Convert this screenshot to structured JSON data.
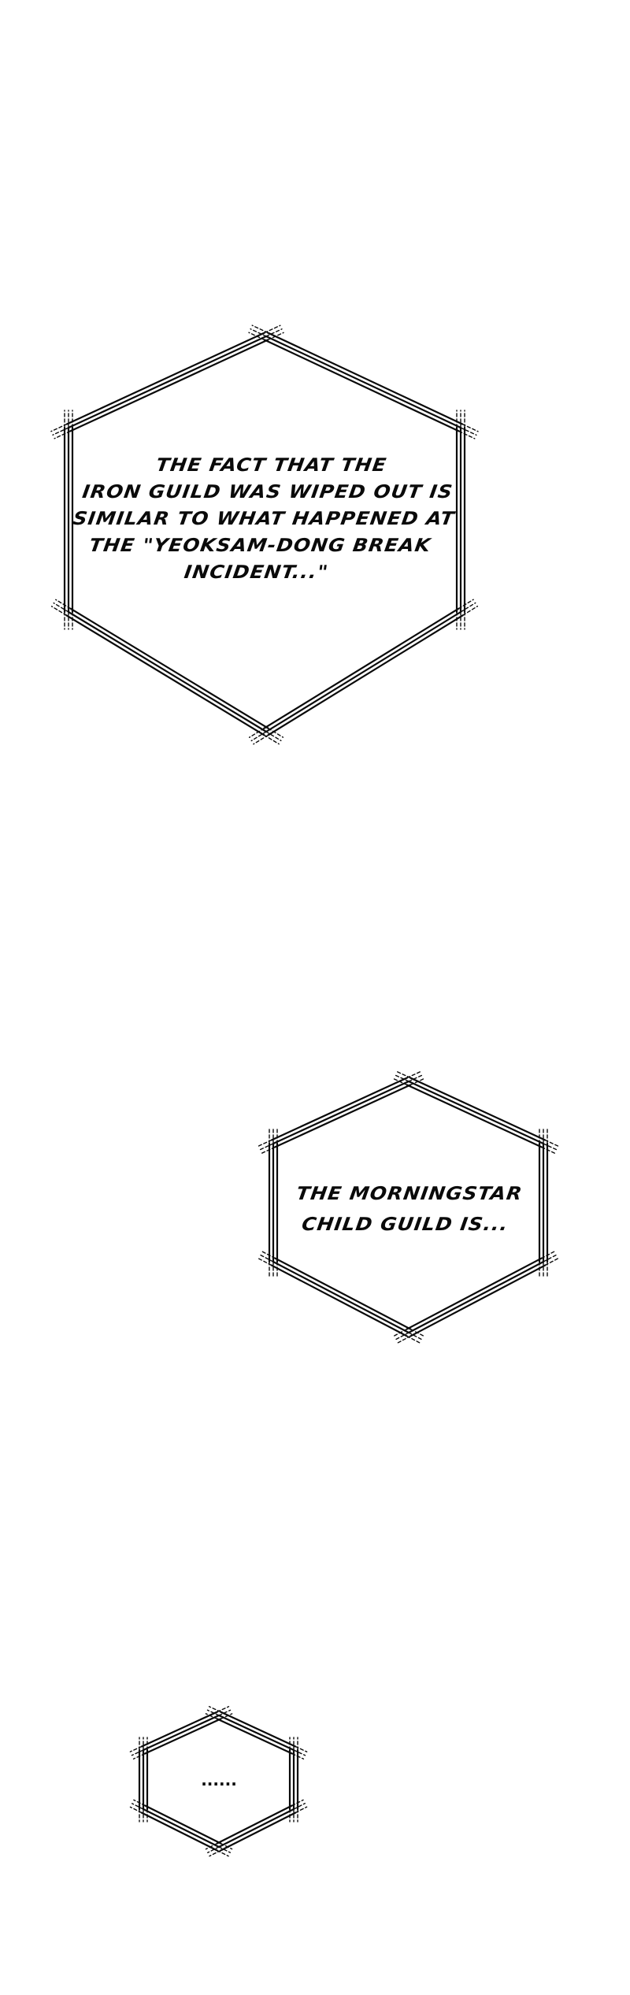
{
  "page": {
    "background": "#ffffff",
    "ink_color": "#0a0a0a"
  },
  "bubbles": [
    {
      "id": "bubble-1",
      "shape": "hexagon-triple-line",
      "lines": [
        "THE FACT THAT THE",
        "IRON GUILD WAS WIPED OUT IS",
        "SIMILAR TO WHAT HAPPENED AT",
        "THE \"YEOKSAM-DONG BREAK",
        "INCIDENT...\""
      ]
    },
    {
      "id": "bubble-2",
      "shape": "hexagon-triple-line",
      "lines": [
        "THE MORNINGSTAR",
        "CHILD GUILD IS..."
      ]
    },
    {
      "id": "bubble-3",
      "shape": "hexagon-triple-line",
      "lines": [
        "......"
      ]
    }
  ]
}
